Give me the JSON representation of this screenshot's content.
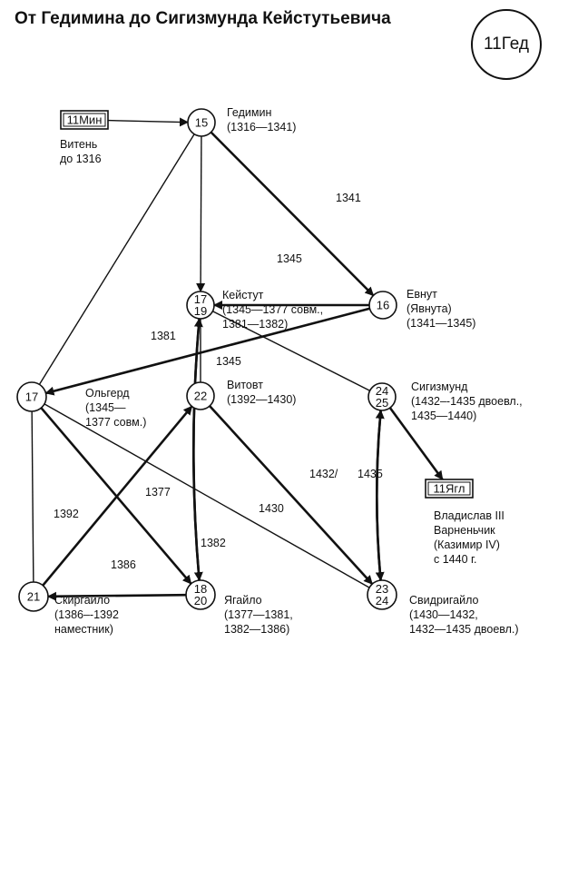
{
  "title": "От Гедимина до Сигизмунда Кейстутьевича",
  "badge": "11Гед",
  "nodes": [
    {
      "id": "n15",
      "type": "circle",
      "lines": [
        "15"
      ],
      "label": [
        "Гедимин",
        "(1316—1341)"
      ]
    },
    {
      "id": "n16",
      "type": "circle",
      "lines": [
        "16"
      ],
      "label": [
        "Евнут",
        "(Явнута)",
        "(1341—1345)"
      ]
    },
    {
      "id": "n1719",
      "type": "circle",
      "lines": [
        "17",
        "19"
      ],
      "label": [
        "Кейстут",
        "(1345—1377 совм.,",
        "1381—1382)"
      ]
    },
    {
      "id": "n17",
      "type": "circle",
      "lines": [
        "17"
      ],
      "label": [
        "Ольгерд",
        "(1345—",
        "1377 совм.)"
      ]
    },
    {
      "id": "n22",
      "type": "circle",
      "lines": [
        "22"
      ],
      "label": [
        "Витовт",
        "(1392—1430)"
      ]
    },
    {
      "id": "n2425",
      "type": "circle",
      "lines": [
        "24",
        "25"
      ],
      "label": [
        "Сигизмунд",
        "(1432–-1435 двоевл.,",
        "1435—1440)"
      ]
    },
    {
      "id": "n21",
      "type": "circle",
      "lines": [
        "21"
      ],
      "label": [
        "Скиргайло",
        "(1386–-1392",
        "наместник)"
      ]
    },
    {
      "id": "n1820",
      "type": "circle",
      "lines": [
        "18",
        "20"
      ],
      "label": [
        "Ягайло",
        "(1377—1381,",
        "1382—1386)"
      ]
    },
    {
      "id": "n2324",
      "type": "circle",
      "lines": [
        "23",
        "24"
      ],
      "label": [
        "Свидригайло",
        "(1430—1432,",
        "1432—1435 двоевл.)"
      ]
    },
    {
      "id": "min",
      "type": "box",
      "lines": [
        "11Мин"
      ],
      "label": [
        "Витень",
        "до 1316"
      ]
    },
    {
      "id": "ygl",
      "type": "box",
      "lines": [
        "11Ягл"
      ],
      "label": [
        "Владислав III",
        "Варненьчик",
        "(Казимир IV)",
        "с 1440 г."
      ]
    }
  ],
  "edges": [
    {
      "from": "min",
      "to": "n15",
      "arrow": true,
      "year": ""
    },
    {
      "from": "n15",
      "to": "n16",
      "arrow": true,
      "year": "1341"
    },
    {
      "from": "n15",
      "to": "n1719",
      "arrow": true,
      "year": ""
    },
    {
      "from": "n15",
      "to": "n17",
      "arrow": false,
      "year": ""
    },
    {
      "from": "n16",
      "to": "n1719",
      "arrow": true,
      "year": "1345"
    },
    {
      "from": "n16",
      "to": "n17",
      "arrow": true,
      "year": "1345"
    },
    {
      "from": "n1719",
      "to": "n22",
      "arrow": false,
      "year": ""
    },
    {
      "from": "n1719",
      "to": "n2425",
      "arrow": false,
      "year": ""
    },
    {
      "from": "n1820",
      "to": "n1719",
      "arrow": true,
      "year": "1381"
    },
    {
      "from": "n1719",
      "to": "n1820",
      "arrow": true,
      "year": "1382"
    },
    {
      "from": "n17",
      "to": "n1820",
      "arrow": true,
      "year": "1377"
    },
    {
      "from": "n17",
      "to": "n21",
      "arrow": false,
      "year": ""
    },
    {
      "from": "n17",
      "to": "n2324",
      "arrow": false,
      "year": ""
    },
    {
      "from": "n21",
      "to": "n22",
      "arrow": true,
      "year": "1392"
    },
    {
      "from": "n1820",
      "to": "n21",
      "arrow": true,
      "year": "1386"
    },
    {
      "from": "n22",
      "to": "n2324",
      "arrow": true,
      "year": "1430"
    },
    {
      "from": "n2324",
      "to": "n2425",
      "arrow": true,
      "year": "1432/"
    },
    {
      "from": "n2425",
      "to": "n2324",
      "arrow": true,
      "year": "1435"
    },
    {
      "from": "n2425",
      "to": "ygl",
      "arrow": true,
      "year": ""
    }
  ]
}
